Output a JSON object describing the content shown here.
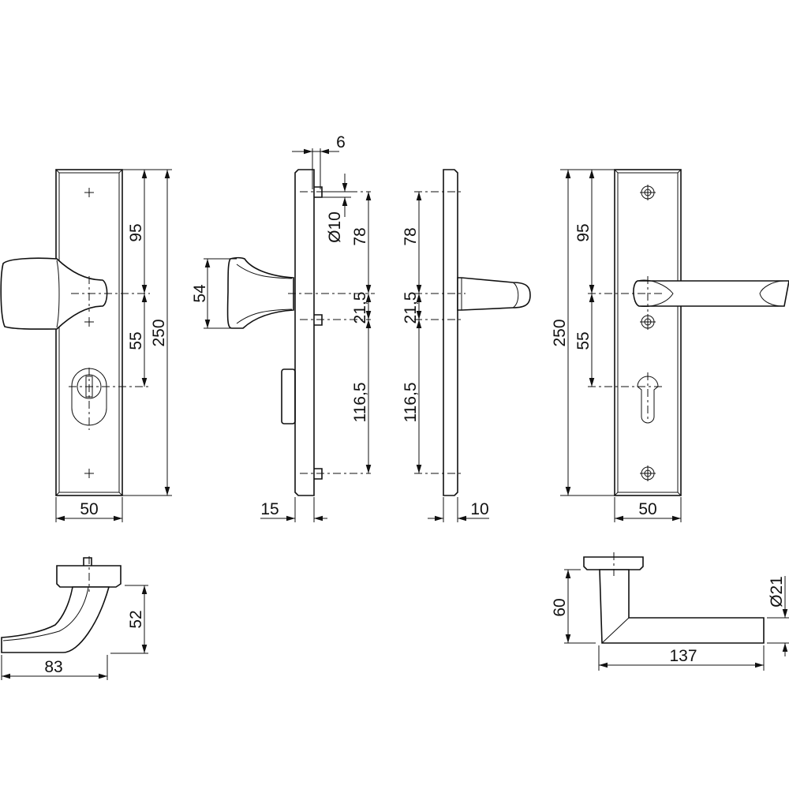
{
  "drawing": {
    "knob_plate_front": {
      "height": "95",
      "lower": "55",
      "total": "250",
      "width": "50"
    },
    "knob_plate_side": {
      "pin": "6",
      "diameter": "Ø10",
      "knob_height": "54",
      "top": "78",
      "mid": "21,5",
      "bottom": "116,5",
      "depth": "15"
    },
    "lever_plate_side": {
      "top": "78",
      "mid": "21,5",
      "bottom": "116,5",
      "depth": "10"
    },
    "lever_plate_front": {
      "height": "95",
      "lower": "55",
      "total": "250",
      "width": "50"
    },
    "knob_top_view": {
      "height": "52",
      "length": "83"
    },
    "lever_top_view": {
      "height": "60",
      "length": "137",
      "diameter": "Ø21"
    }
  }
}
